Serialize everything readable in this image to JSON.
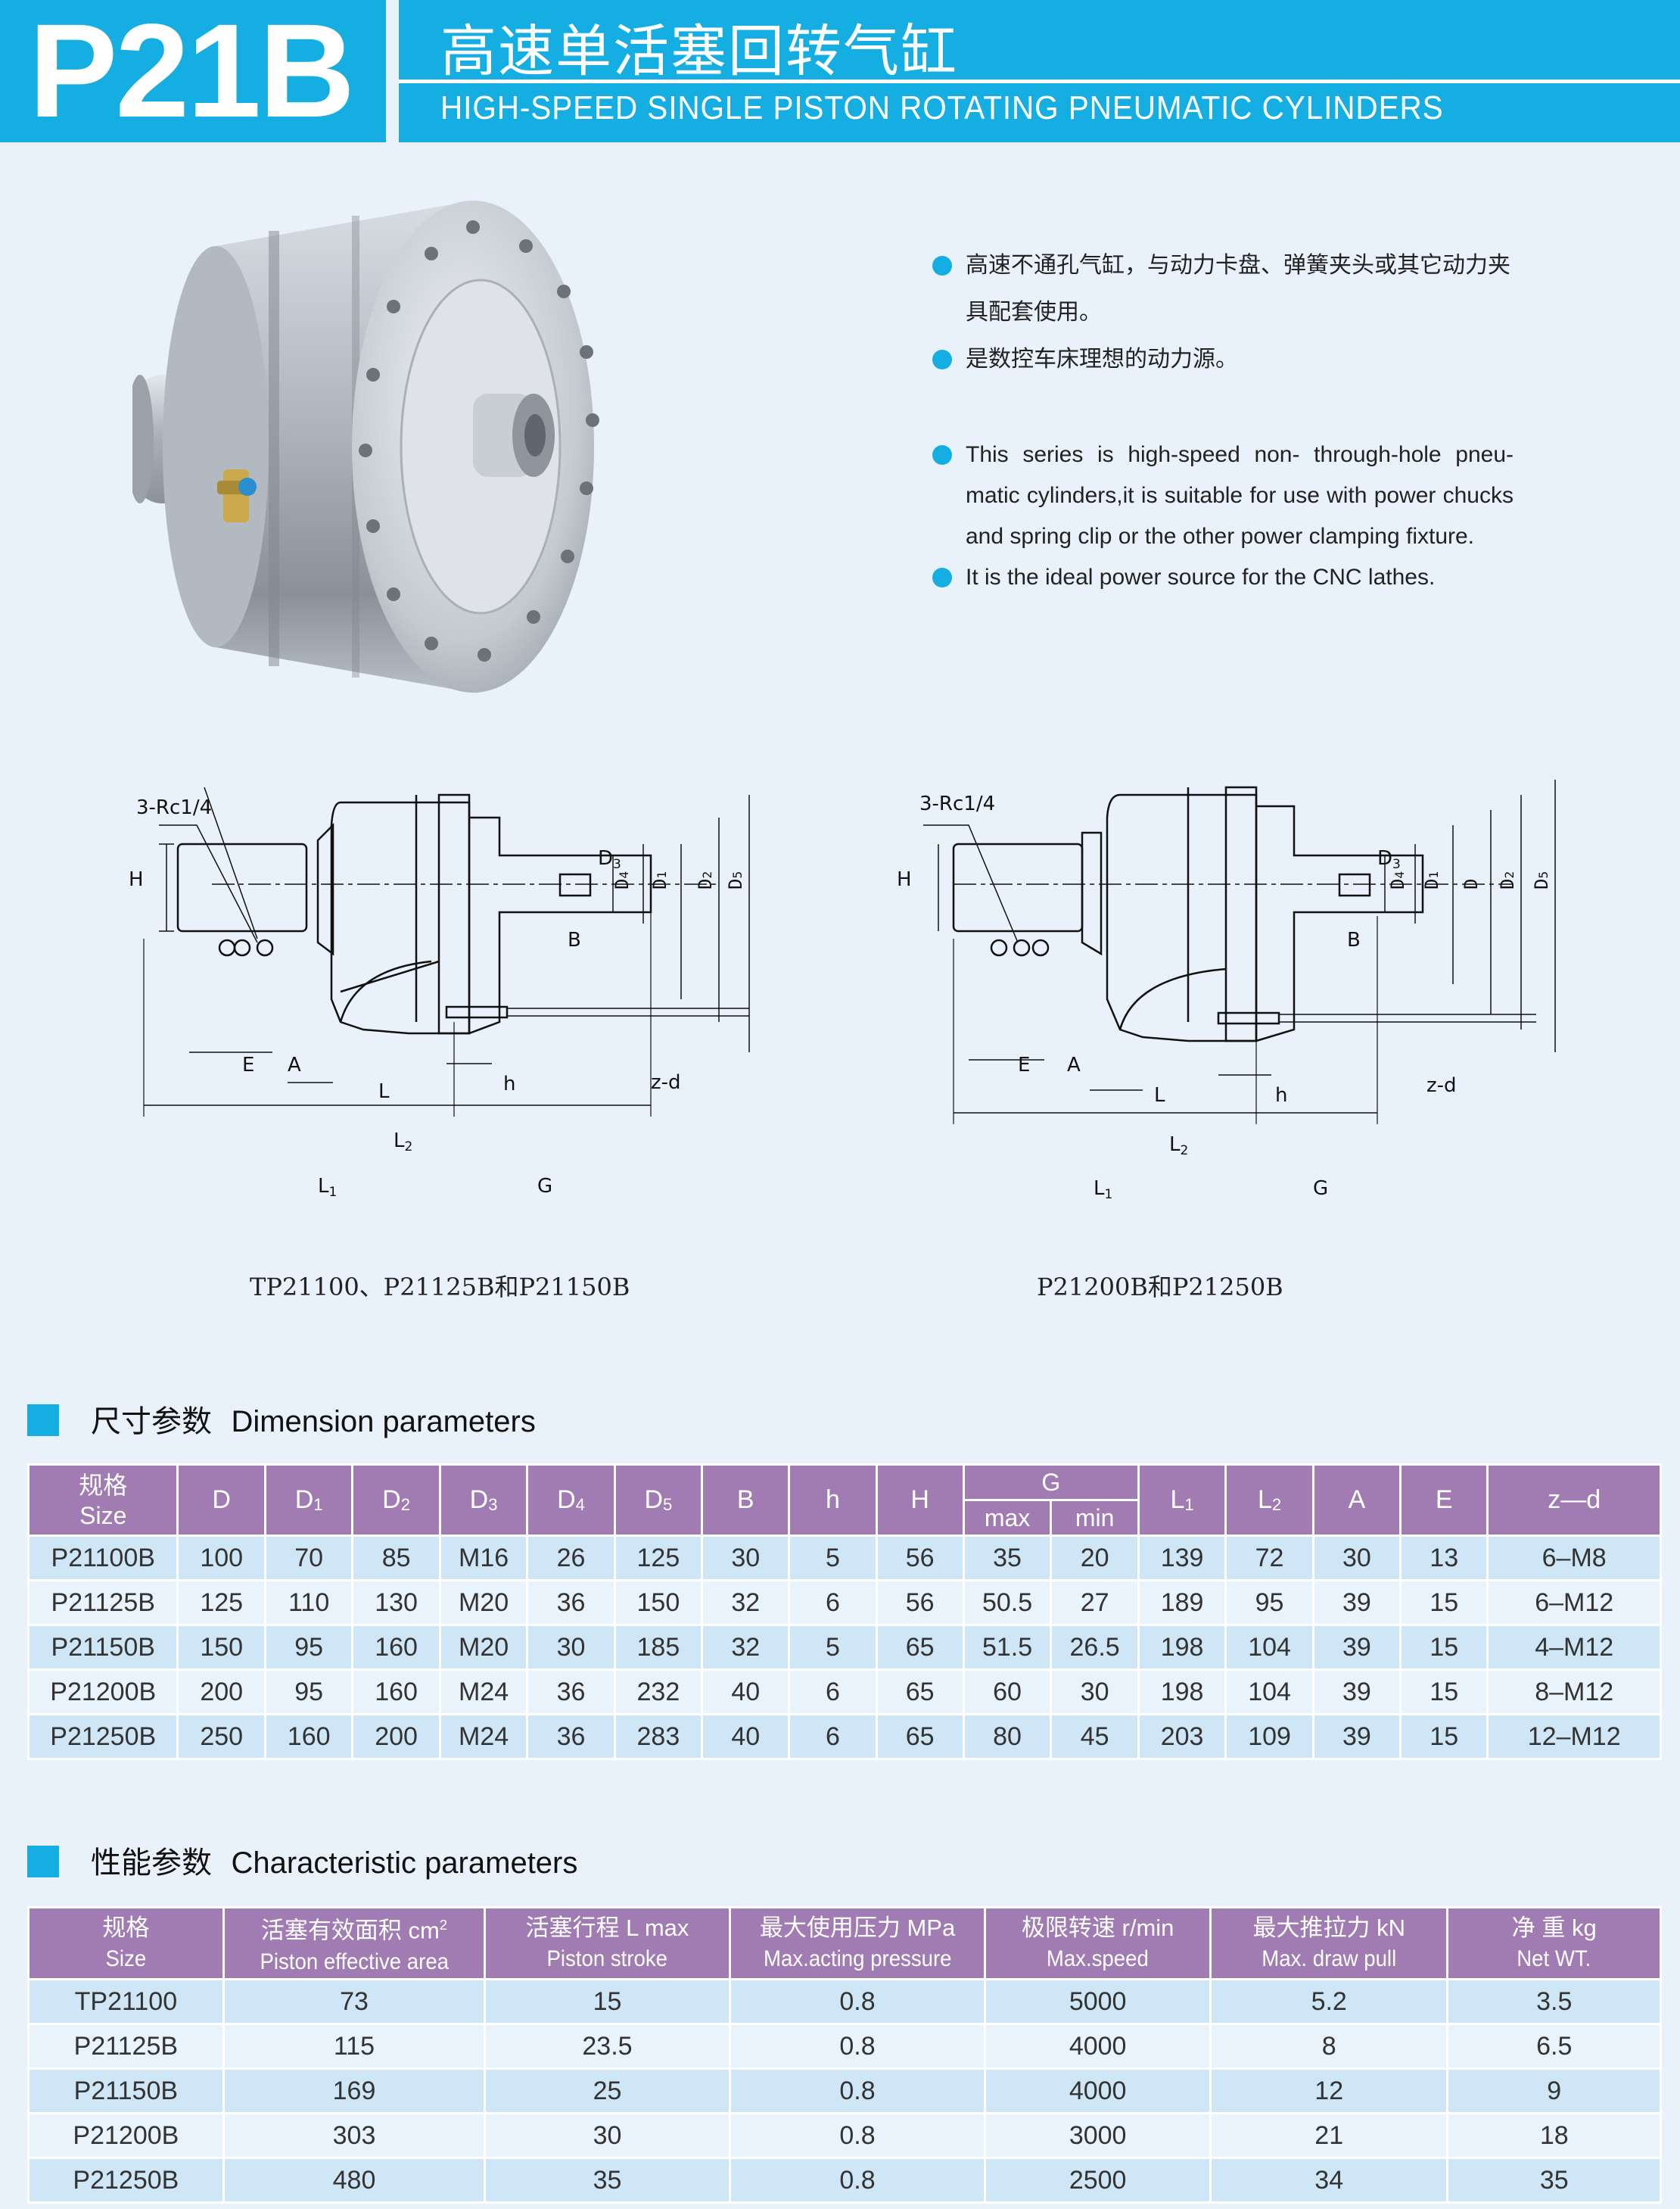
{
  "header": {
    "code": "P21B",
    "title_cn": "高速单活塞回转气缸",
    "title_en": "HIGH-SPEED SINGLE PISTON ROTATING PNEUMATIC CYLINDERS"
  },
  "colors": {
    "accent": "#15aee2",
    "table_header": "#a07cb3",
    "row_dark": "#cfe6f6",
    "row_light": "#e9f3fb",
    "background": "#e9f1fa"
  },
  "intro": {
    "cn": [
      "高速不通孔气缸，与动力卡盘、弹簧夹头或其它动力夹具配套使用。",
      "是数控车床理想的动力源。"
    ],
    "en": [
      "This series is high-speed non- through-hole pneu-matic cylinders,it is suitable for use with  power chucks and spring clip or the other power clamping fixture.",
      "It is the ideal power source for the CNC lathes."
    ]
  },
  "drawings": {
    "left_caption": "TP21100、P21125B和P21150B",
    "right_caption": "P21200B和P21250B",
    "labels": {
      "port": "3-Rc1/4",
      "H": "H",
      "D3": "D",
      "D4": "D",
      "D1": "D",
      "D": "D",
      "D2": "D",
      "D5": "D",
      "B": "B",
      "E": "E",
      "A": "A",
      "L": "L",
      "h": "h",
      "zd": "z-d",
      "L2": "L",
      "L1": "L",
      "G": "G",
      "sub1": "1",
      "sub2": "2",
      "sub3": "3",
      "sub4": "4",
      "sub5": "5"
    }
  },
  "dimension": {
    "title_cn": "尺寸参数",
    "title_en": "Dimension parameters",
    "headers": {
      "size_cn": "规格",
      "size_en": "Size",
      "D": "D",
      "D1": "D",
      "D2": "D",
      "D3": "D",
      "D4": "D",
      "D5": "D",
      "s1": "1",
      "s2": "2",
      "s3": "3",
      "s4": "4",
      "s5": "5",
      "B": "B",
      "h": "h",
      "H": "H",
      "G": "G",
      "max": "max",
      "min": "min",
      "L1": "L",
      "L2": "L",
      "A": "A",
      "E": "E",
      "zd": "z—d"
    },
    "rows": [
      [
        "P21100B",
        "100",
        "70",
        "85",
        "M16",
        "26",
        "125",
        "30",
        "5",
        "56",
        "35",
        "20",
        "139",
        "72",
        "30",
        "13",
        "6–M8"
      ],
      [
        "P21125B",
        "125",
        "110",
        "130",
        "M20",
        "36",
        "150",
        "32",
        "6",
        "56",
        "50.5",
        "27",
        "189",
        "95",
        "39",
        "15",
        "6–M12"
      ],
      [
        "P21150B",
        "150",
        "95",
        "160",
        "M20",
        "30",
        "185",
        "32",
        "5",
        "65",
        "51.5",
        "26.5",
        "198",
        "104",
        "39",
        "15",
        "4–M12"
      ],
      [
        "P21200B",
        "200",
        "95",
        "160",
        "M24",
        "36",
        "232",
        "40",
        "6",
        "65",
        "60",
        "30",
        "198",
        "104",
        "39",
        "15",
        "8–M12"
      ],
      [
        "P21250B",
        "250",
        "160",
        "200",
        "M24",
        "36",
        "283",
        "40",
        "6",
        "65",
        "80",
        "45",
        "203",
        "109",
        "39",
        "15",
        "12–M12"
      ]
    ]
  },
  "characteristic": {
    "title_cn": "性能参数",
    "title_en": "Characteristic parameters",
    "headers": {
      "size_cn": "规格",
      "size_en": "Size",
      "area_cn": "活塞有效面积   cm",
      "area_sup": "2",
      "area_en": "Piston effective area",
      "stroke_cn": "活塞行程 L max",
      "stroke_en": "Piston stroke",
      "pressure_cn": "最大使用压力 MPa",
      "pressure_en": "Max.acting pressure",
      "speed_cn": "极限转速 r/min",
      "speed_en": "Max.speed",
      "pull_cn": "最大推拉力 kN",
      "pull_en": "Max. draw pull",
      "weight_cn": "净  重  kg",
      "weight_en": "Net WT."
    },
    "rows": [
      [
        "TP21100",
        "73",
        "15",
        "0.8",
        "5000",
        "5.2",
        "3.5"
      ],
      [
        "P21125B",
        "115",
        "23.5",
        "0.8",
        "4000",
        "8",
        "6.5"
      ],
      [
        "P21150B",
        "169",
        "25",
        "0.8",
        "4000",
        "12",
        "9"
      ],
      [
        "P21200B",
        "303",
        "30",
        "0.8",
        "3000",
        "21",
        "18"
      ],
      [
        "P21250B",
        "480",
        "35",
        "0.8",
        "2500",
        "34",
        "35"
      ]
    ]
  }
}
